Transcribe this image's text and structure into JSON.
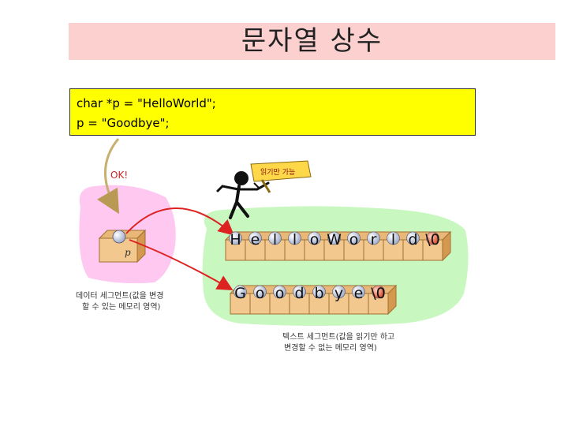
{
  "title": "문자열 상수",
  "code": {
    "line1": "char *p = \"HelloWorld\";",
    "line2": "p = \"Goodbye\";"
  },
  "ok_label": "OK!",
  "sign_label": "읽기만 가능",
  "pointer_label": "p",
  "data_segment_caption": [
    "데이터 세그먼트(값을 변경",
    "할 수 있는 메모리 영역)"
  ],
  "text_segment_caption": [
    "텍스트 세그먼트(값을 읽기만 하고",
    "변경할 수 없는 메모리 영역)"
  ],
  "strings": {
    "hello": [
      "H",
      "e",
      "l",
      "l",
      "o",
      "W",
      "o",
      "r",
      "l",
      "d",
      "\\0"
    ],
    "goodbye": [
      "G",
      "o",
      "o",
      "d",
      "b",
      "y",
      "e",
      "\\0"
    ]
  },
  "colors": {
    "title_bg": "#fdd0d0",
    "code_bg": "#ffff00",
    "data_region": "#ffc8f0",
    "text_region": "#c8f7c0",
    "box_face": "#f2c88e",
    "arrow": "#dd2222",
    "ok_arrow": "#c8b070"
  }
}
